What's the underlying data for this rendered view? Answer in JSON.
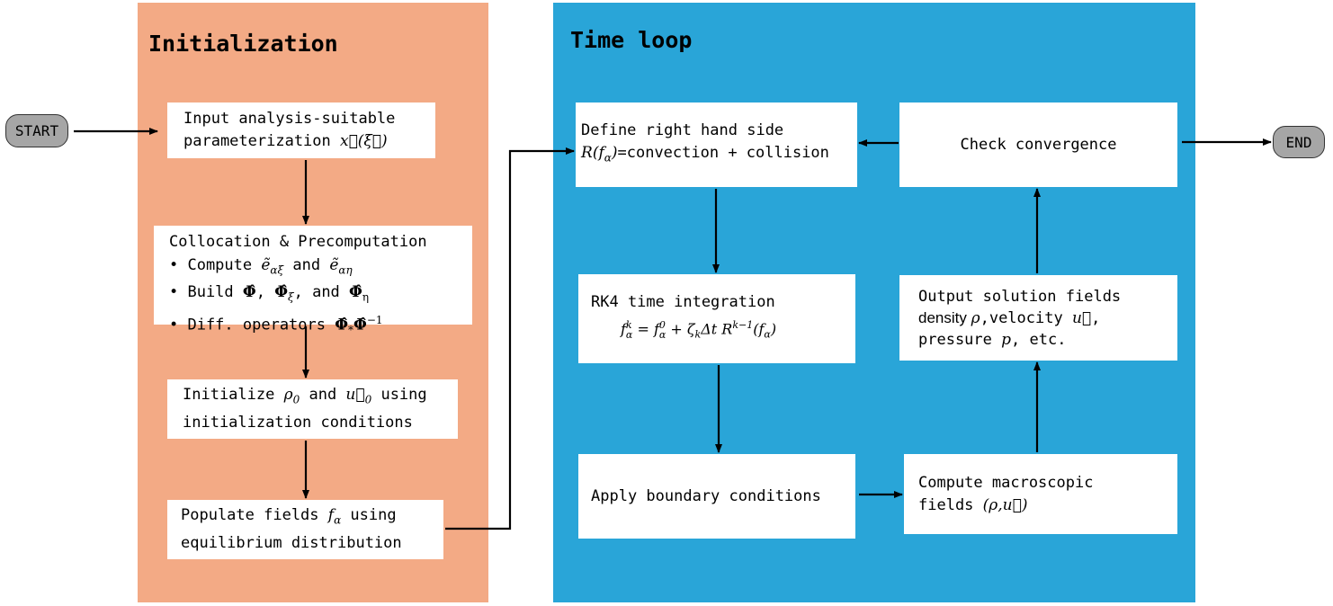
{
  "terminals": {
    "start": "START",
    "end": "END"
  },
  "panels": {
    "initialization": {
      "title": "Initialization",
      "color": "#f3aa85"
    },
    "time_loop": {
      "title": "Time loop",
      "color": "#29a5d8"
    }
  },
  "init_steps": {
    "input": {
      "line1": "Input analysis-suitable",
      "line2_text": "parameterization ",
      "line2_math": "x⃗(ξ⃗)"
    },
    "collocation": {
      "heading": "Collocation & Precomputation",
      "bullet1_text": "• Compute ",
      "bullet1_math_a": "ẽ",
      "bullet1_sub_a": "αξ",
      "bullet1_and": " and ",
      "bullet1_math_b": "ẽ",
      "bullet1_sub_b": "αη",
      "bullet2_text": "• Build ",
      "bullet2_phi": "Φ̂",
      "bullet2_sep1": ", ",
      "bullet2_phi_xi": "Φ̂",
      "bullet2_sub_xi": "ξ",
      "bullet2_sep2": ", and ",
      "bullet2_phi_eta": "Φ̂",
      "bullet2_sub_eta": "η",
      "bullet3_text": "• Diff. operators ",
      "bullet3_phi": "Φ̂",
      "bullet3_sub": "*",
      "bullet3_phi2": "Φ̂",
      "bullet3_sup": "−1"
    },
    "initialize": {
      "text1": "Initialize ",
      "rho": "ρ",
      "rho_sub": "0",
      "and": " and ",
      "u": "u⃗",
      "u_sub": "0",
      "text2": " using",
      "line2": "initialization conditions"
    },
    "populate": {
      "text1": "Populate fields ",
      "f": "f",
      "f_sub": "α",
      "text2": " using",
      "line2": "equilibrium distribution"
    }
  },
  "loop_steps": {
    "rhs": {
      "line1": "Define right hand side",
      "R": "R",
      "paren_open": "(",
      "f": "f",
      "f_sub": "α",
      "paren_close": ")",
      "rest": "=convection + collision"
    },
    "rk4": {
      "line1": "RK4 time integration",
      "f": "f",
      "f_sub": "α",
      "f_sup": "k",
      "eq": " = ",
      "f0": "f",
      "f0_sub": "α",
      "f0_sup": "0",
      "plus": " + ",
      "zeta": "ζ",
      "zeta_sub": "k",
      "dt": "Δt ",
      "R": "R",
      "R_sup": "k−1",
      "arg": "(f",
      "arg_sub": "α",
      "arg_close": ")"
    },
    "boundary": {
      "label": "Apply boundary conditions"
    },
    "macroscopic": {
      "line1": "Compute macroscopic",
      "line2_text": "fields ",
      "line2_math": "(ρ,u⃗)"
    },
    "output": {
      "line1": "Output solution fields",
      "line2_a": "density ",
      "rho": "ρ",
      "line2_b": ",velocity ",
      "u": "u⃗",
      "line2_c": ",",
      "line3_a": "pressure ",
      "p": "p",
      "line3_b": ", etc."
    },
    "convergence": {
      "label": "Check convergence"
    }
  }
}
